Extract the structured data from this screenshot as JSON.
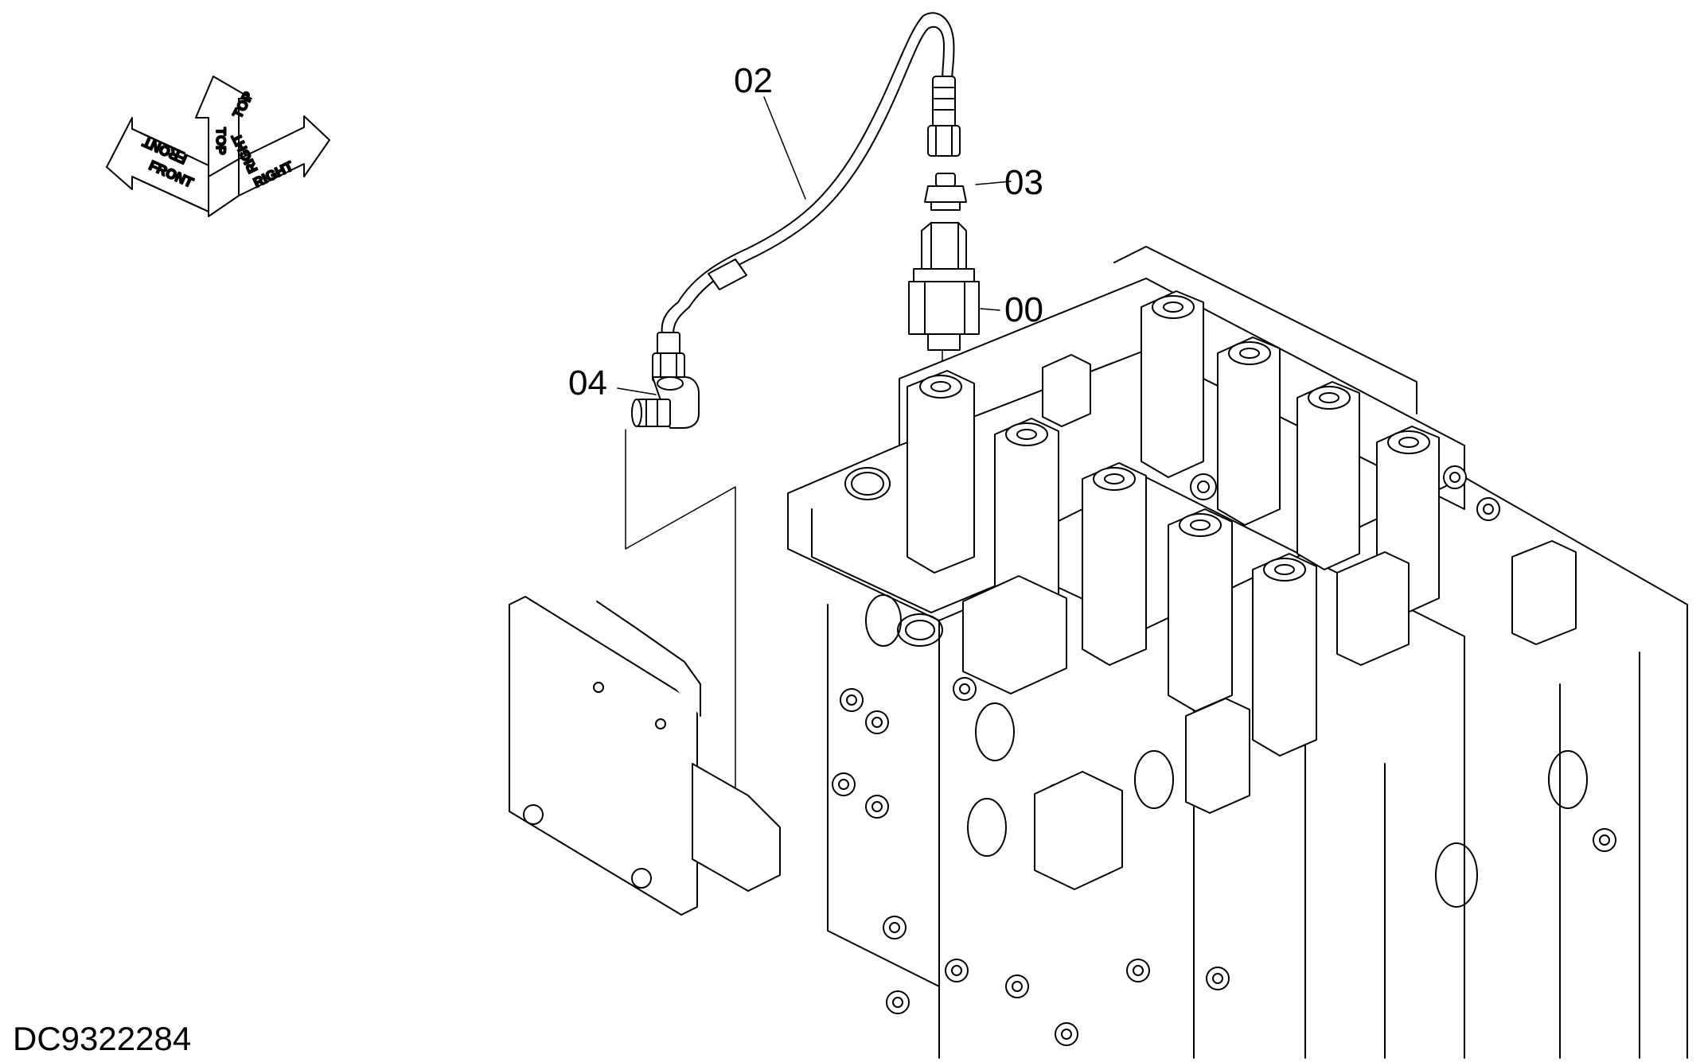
{
  "drawing_number": "DC9322284",
  "orientation_marker": {
    "top": "TOP",
    "front": "FRONT",
    "right": "RIGHT"
  },
  "callouts": [
    {
      "id": "part-00",
      "label": "00"
    },
    {
      "id": "part-02",
      "label": "02"
    },
    {
      "id": "part-03",
      "label": "03"
    },
    {
      "id": "part-04",
      "label": "04"
    }
  ],
  "colors": {
    "line": "#000000",
    "background": "#ffffff"
  }
}
